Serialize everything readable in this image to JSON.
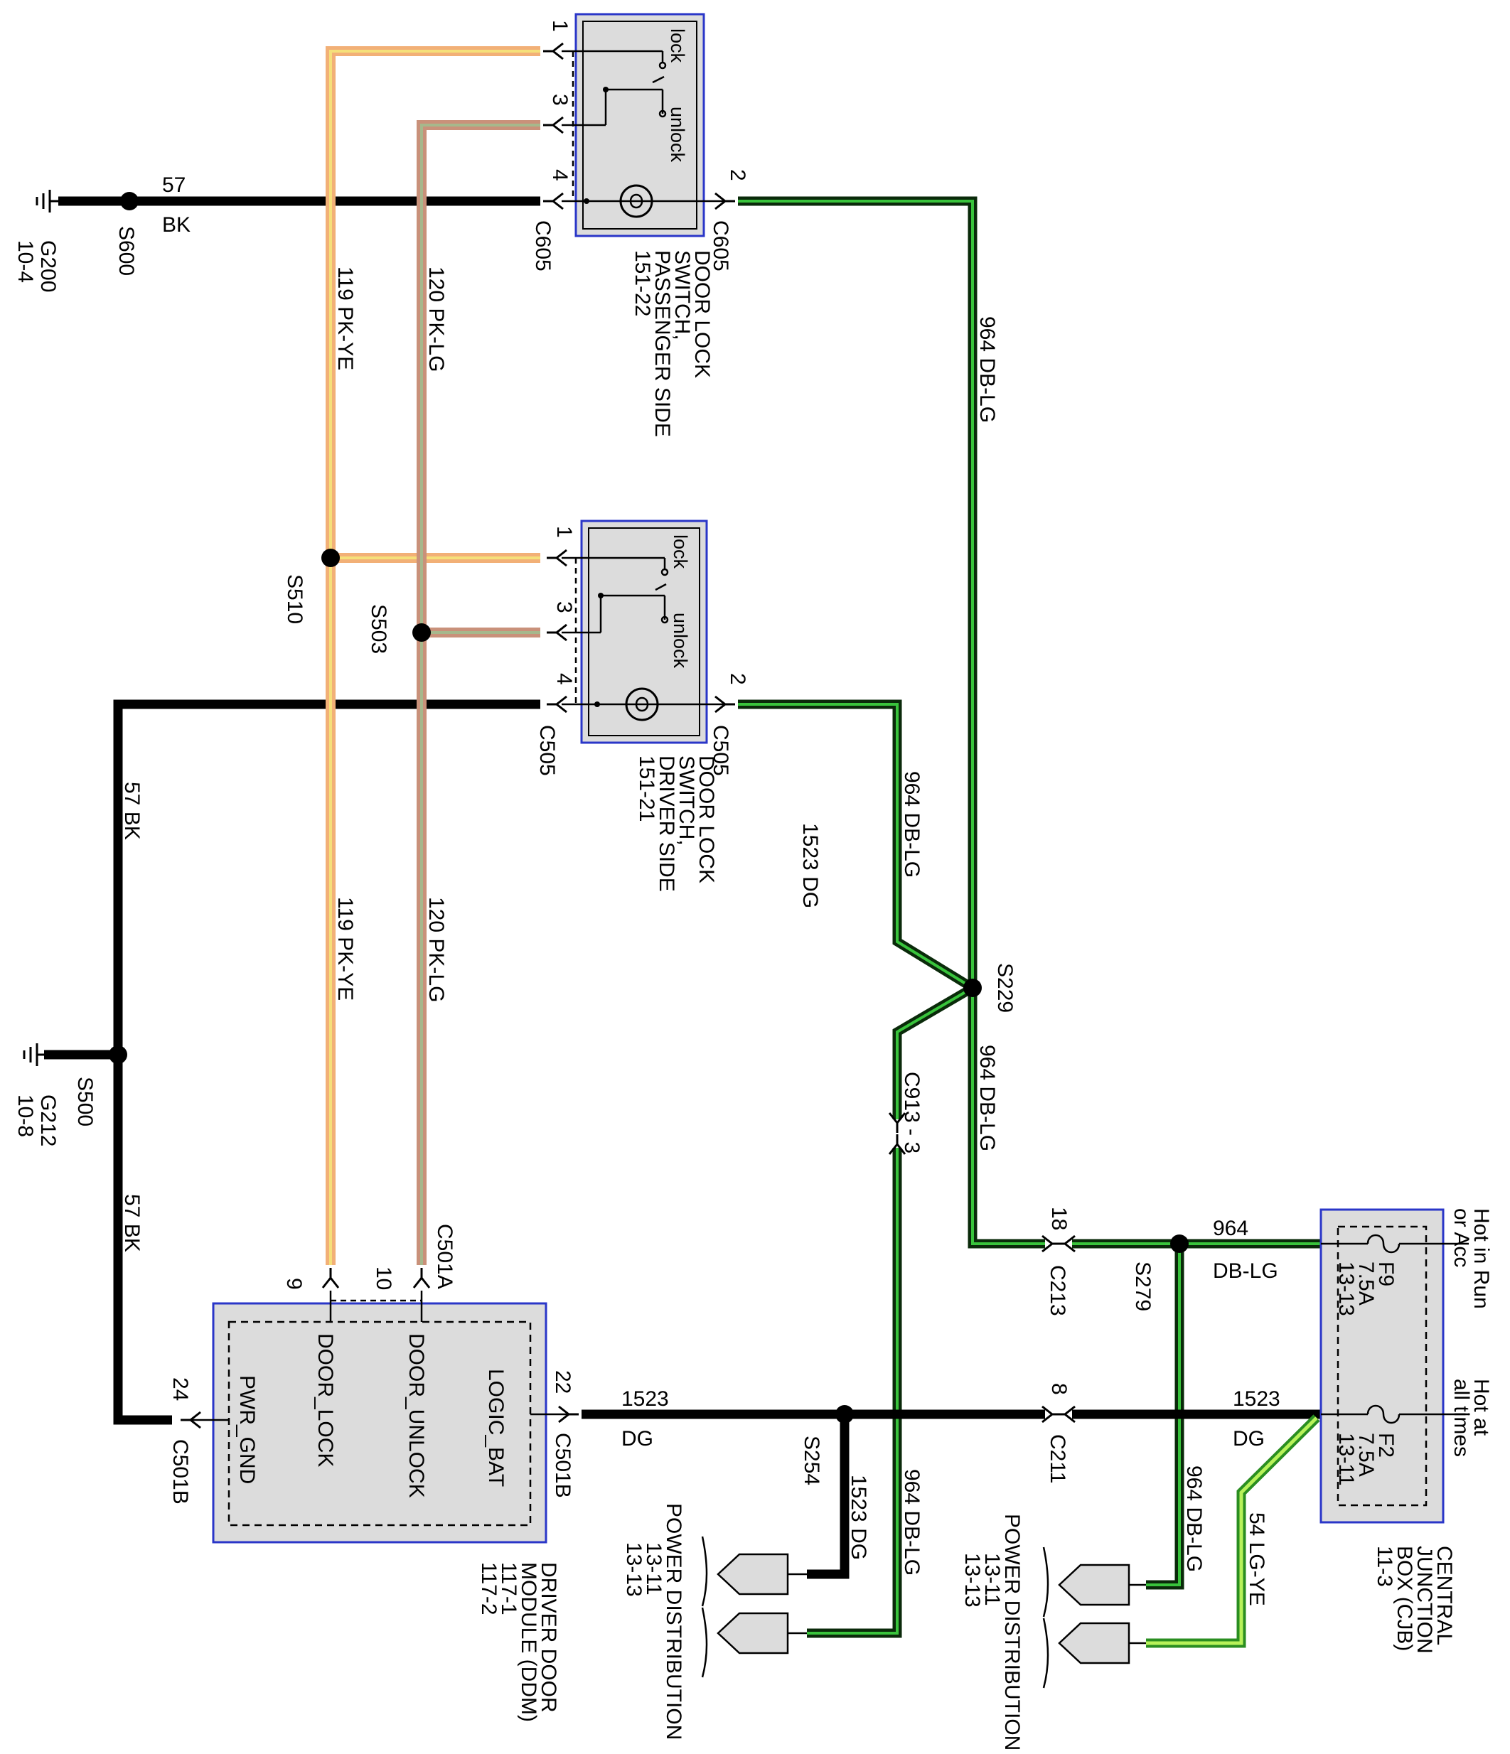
{
  "colors": {
    "bk": "#000000",
    "pk_ye_main": "#f2b077",
    "pk_ye_stripe": "#f5e07a",
    "pk_lg_main": "#c9917a",
    "pk_lg_stripe": "#a6b88c",
    "db_lg_main": "#0a2a0a",
    "db_lg_stripe": "#39c43c",
    "lg_ye_main": "#2a8e21",
    "lg_ye_stripe": "#b8f25a",
    "dg": "#000000",
    "component_fill": "#dcdcdc",
    "component_border": "#2a36c8"
  },
  "grounds": {
    "g200": {
      "name": "G200",
      "page": "10-4"
    },
    "g212": {
      "name": "G212",
      "page": "10-8"
    }
  },
  "splices": {
    "s600": "S600",
    "s500": "S500",
    "s510": "S510",
    "s503": "S503",
    "s229": "S229",
    "s254": "S254",
    "s279": "S279"
  },
  "wires": {
    "w57_top": {
      "circuit": "57",
      "color": "BK"
    },
    "w57_left_a": "57  BK",
    "w57_left_b": "57  BK",
    "w119_a": "119  PK-YE",
    "w119_b": "119  PK-YE",
    "w120_a": "120  PK-LG",
    "w120_b": "120  PK-LG",
    "w964_a": "964  DB-LG",
    "w964_b": "964  DB-LG",
    "w964_c": "964  DB-LG",
    "w964_d": "964  DB-LG",
    "w964_e": "964  DB-LG",
    "w964_h": {
      "circuit": "964",
      "color": "DB-LG"
    },
    "w1523_mid": "1523     DG",
    "w1523_h1": {
      "circuit": "1523",
      "color": "DG"
    },
    "w1523_h2": {
      "circuit": "1523",
      "color": "DG"
    },
    "w1523_v": "1523   DG",
    "w54": "54  LG-YE"
  },
  "connectors": {
    "c605_left": "C605",
    "c605_right": "C605",
    "c505_left": "C505",
    "c505_right": "C505",
    "c501a": "C501A",
    "c501b_left": "C501B",
    "c501b_right": "C501B",
    "c913": "C913 - 3",
    "c213": "C213",
    "c211": "C211"
  },
  "pins": {
    "p605_1": "1",
    "p605_3": "3",
    "p605_4": "4",
    "p605_2": "2",
    "p505_1": "1",
    "p505_3": "3",
    "p505_4": "4",
    "p505_2": "2",
    "p501_9": "9",
    "p501_10": "10",
    "p501_24": "24",
    "p501_22": "22",
    "p213_18": "18",
    "p211_8": "8"
  },
  "components": {
    "passenger_switch": {
      "lines": [
        "DOOR LOCK",
        "SWITCH,",
        "PASSENGER SIDE",
        "151-22"
      ],
      "lock": "lock",
      "unlock": "unlock"
    },
    "driver_switch": {
      "lines": [
        "DOOR LOCK",
        "SWITCH,",
        "DRIVER SIDE",
        "151-21"
      ],
      "lock": "lock",
      "unlock": "unlock"
    },
    "ddm": {
      "lines": [
        "DRIVER DOOR",
        "MODULE (DDM)",
        "117-1",
        "117-2"
      ],
      "pins": {
        "pwr_gnd": "PWR_GND",
        "door_lock": "DOOR_LOCK",
        "door_unlock": "DOOR_UNLOCK",
        "logic_bat": "LOGIC_BAT"
      }
    },
    "cjb": {
      "lines": [
        "CENTRAL",
        "JUNCTION",
        "BOX (CJB)",
        "11-3"
      ],
      "hot_run": [
        "Hot in Run",
        "or Acc"
      ],
      "hot_all": [
        "Hot at",
        "all times"
      ],
      "f9": [
        "F9",
        "7.5A",
        "13-13"
      ],
      "f2": [
        "F2",
        "7.5A",
        "13-11"
      ]
    },
    "power_dist_left": {
      "lines": [
        "POWER DISTRIBUTION",
        "13-11",
        "13-13"
      ]
    },
    "power_dist_right": {
      "lines": [
        "POWER DISTRIBUTION",
        "13-11",
        "13-13"
      ]
    }
  }
}
